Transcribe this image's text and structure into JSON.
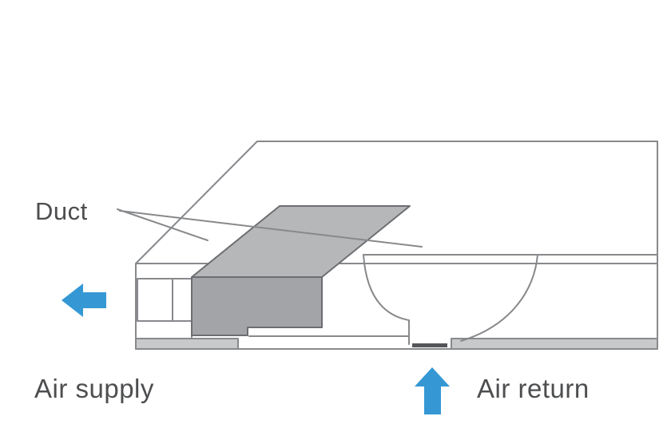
{
  "diagram": {
    "labels": {
      "duct": "Duct",
      "air_supply": "Air supply",
      "air_return": "Air return"
    },
    "icons": {
      "air_supply_arrow": "left-arrow",
      "air_return_arrow": "up-arrow"
    },
    "colors": {
      "arrow_blue": "#3598d4",
      "outline_gray": "#87898c",
      "unit_stroke": "#6d6e71",
      "unit_front_gray": "#a2a4a7",
      "unit_top_gray": "#b5b7b9",
      "ceiling_strip_gray": "#c8c9cb",
      "return_slot_dark": "#55565a",
      "label_text": "#4d4e50",
      "background": "#ffffff"
    }
  }
}
